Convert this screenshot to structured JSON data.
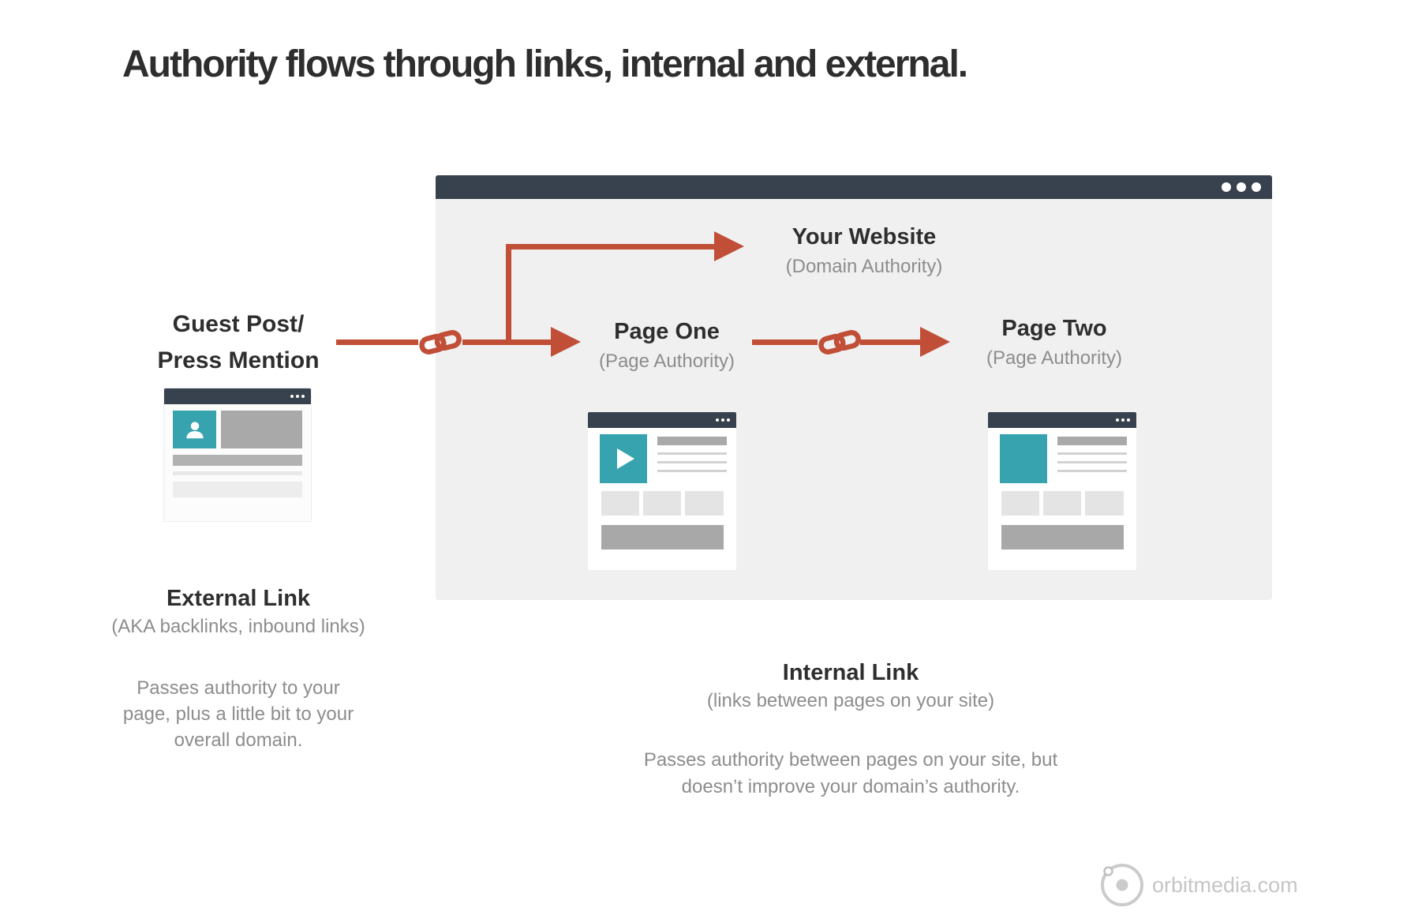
{
  "page": {
    "title": "Authority flows through links, internal and external."
  },
  "colors": {
    "accent_red": "#c14f38",
    "slate_header": "#38424e",
    "teal": "#36a3ae",
    "window_bg": "#f0f0f0",
    "text_dark": "#2e2e2e",
    "text_gray": "#8d8d8d",
    "logo_gray": "#c6c6c6"
  },
  "icons": {
    "window_controls": "window-dots-icon",
    "link": "link-chain-icon",
    "person": "person-icon",
    "play": "play-icon",
    "logo": "orbit-logo-icon"
  },
  "window": {
    "your_website": {
      "title": "Your Website",
      "subtitle": "(Domain Authority)"
    },
    "page_one": {
      "title": "Page One",
      "subtitle": "(Page Authority)"
    },
    "page_two": {
      "title": "Page Two",
      "subtitle": "(Page Authority)"
    }
  },
  "guest_post": {
    "line1": "Guest Post/",
    "line2": "Press Mention"
  },
  "external_link": {
    "heading": "External Link",
    "subheading": "(AKA backlinks, inbound links)",
    "description": "Passes authority to your page, plus a little bit to your overall domain."
  },
  "internal_link": {
    "heading": "Internal Link",
    "subheading": "(links between pages on your site)",
    "description": "Passes authority between pages on your site, but doesn’t improve your domain’s authority."
  },
  "footer": {
    "brand": "orbitmedia.com"
  }
}
